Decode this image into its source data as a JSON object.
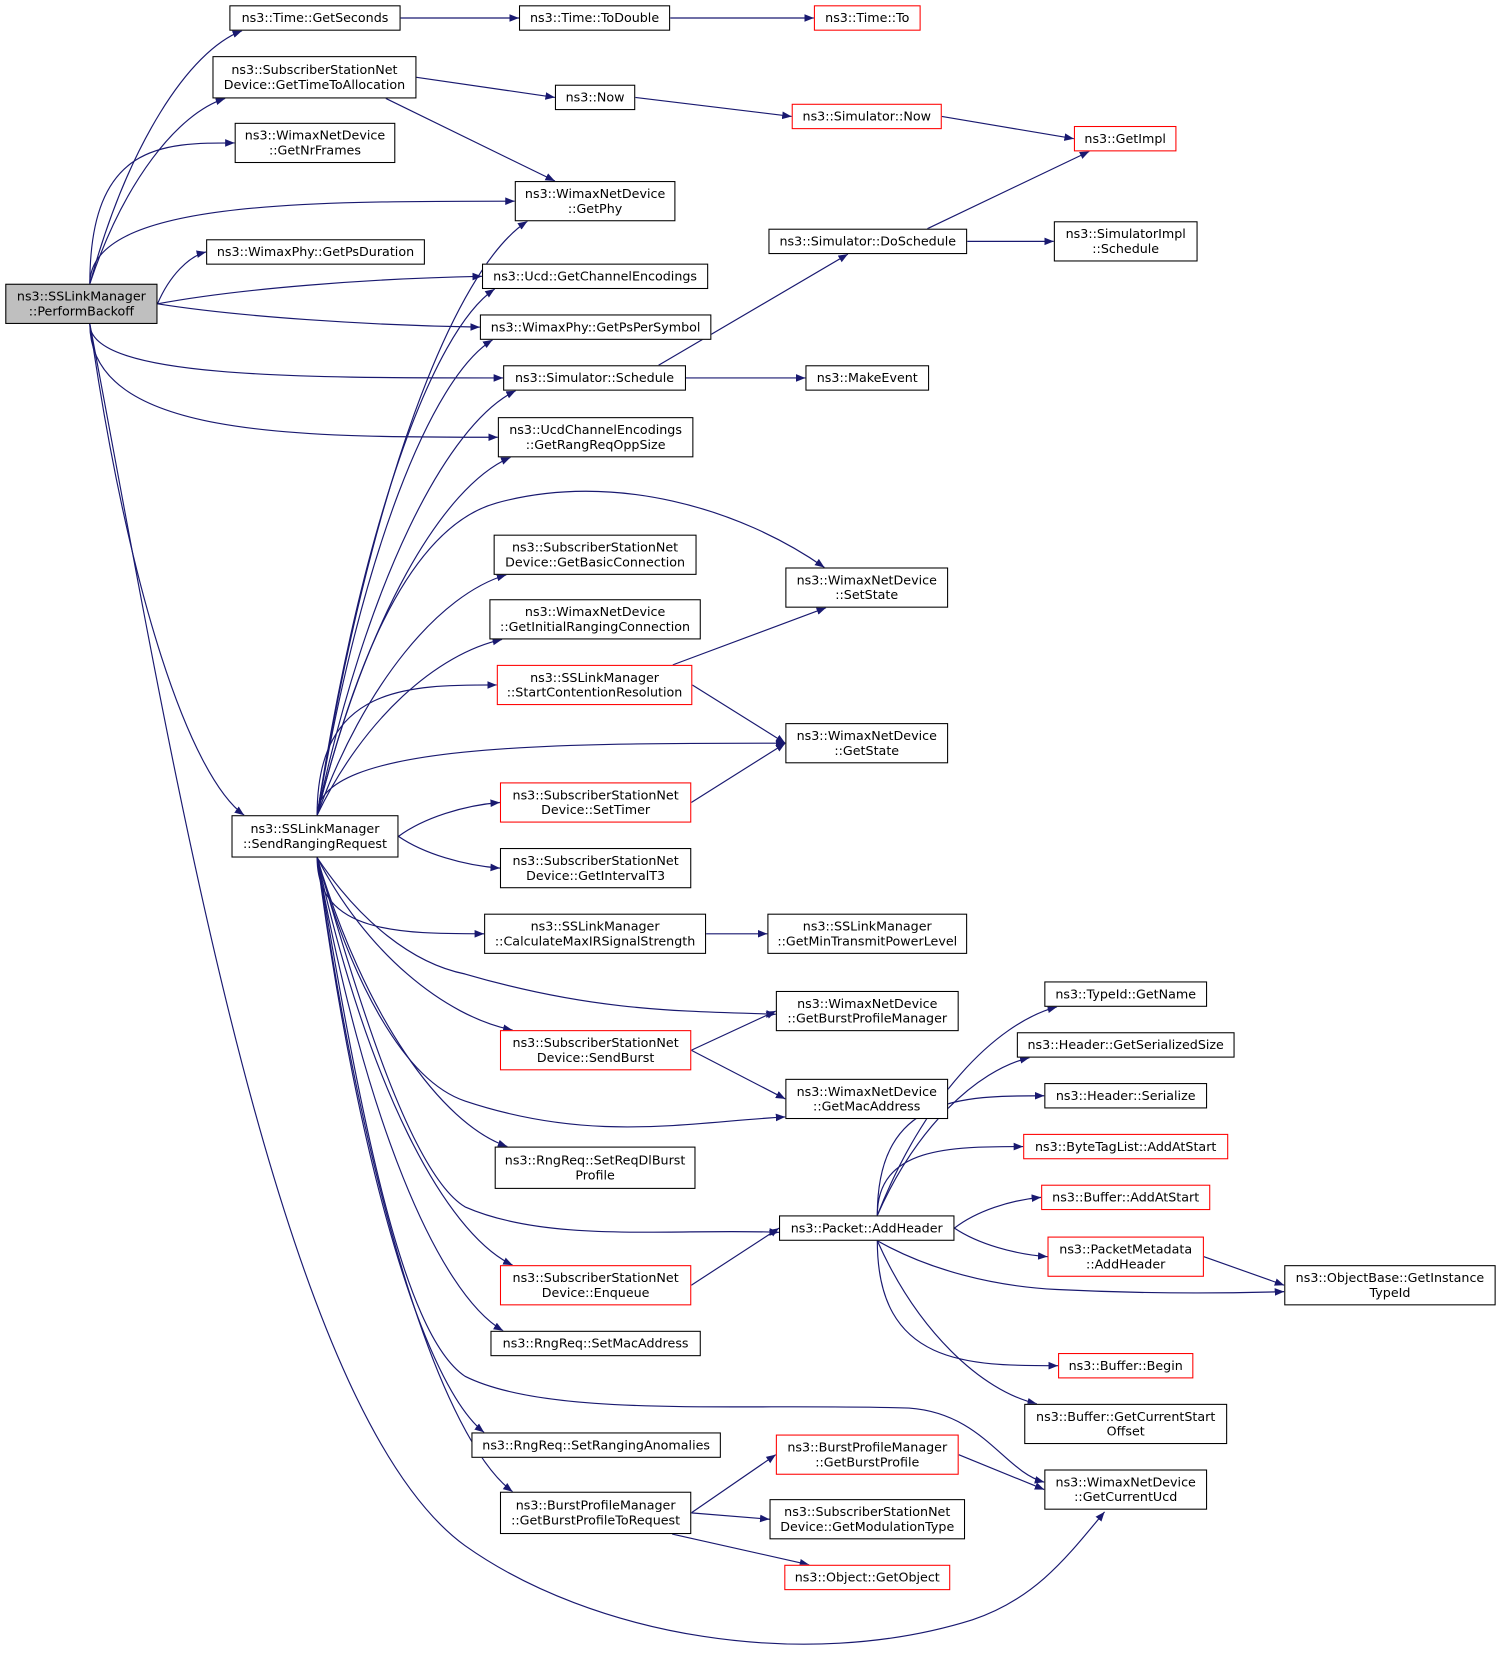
{
  "colors": {
    "edge": "#191970",
    "box_border": "#000000",
    "truncated_border": "#ff0000",
    "root_fill": "#bfbfbf"
  },
  "nodes": [
    {
      "id": "root",
      "lines": [
        "ns3::SSLinkManager",
        "::PerformBackoff"
      ],
      "style": "root"
    },
    {
      "id": "getSeconds",
      "lines": [
        "ns3::Time::GetSeconds"
      ],
      "style": "normal"
    },
    {
      "id": "toDouble",
      "lines": [
        "ns3::Time::ToDouble"
      ],
      "style": "normal"
    },
    {
      "id": "timeTo",
      "lines": [
        "ns3::Time::To"
      ],
      "style": "truncated"
    },
    {
      "id": "getTimeToAlloc",
      "lines": [
        "ns3::SubscriberStationNet",
        "Device::GetTimeToAllocation"
      ],
      "style": "normal"
    },
    {
      "id": "now",
      "lines": [
        "ns3::Now"
      ],
      "style": "normal"
    },
    {
      "id": "simNow",
      "lines": [
        "ns3::Simulator::Now"
      ],
      "style": "truncated"
    },
    {
      "id": "getImpl",
      "lines": [
        "ns3::GetImpl"
      ],
      "style": "truncated"
    },
    {
      "id": "getNrFrames",
      "lines": [
        "ns3::WimaxNetDevice",
        "::GetNrFrames"
      ],
      "style": "normal"
    },
    {
      "id": "getPhy",
      "lines": [
        "ns3::WimaxNetDevice",
        "::GetPhy"
      ],
      "style": "normal"
    },
    {
      "id": "doSchedule",
      "lines": [
        "ns3::Simulator::DoSchedule"
      ],
      "style": "normal"
    },
    {
      "id": "implSchedule",
      "lines": [
        "ns3::SimulatorImpl",
        "::Schedule"
      ],
      "style": "normal"
    },
    {
      "id": "getPsDuration",
      "lines": [
        "ns3::WimaxPhy::GetPsDuration"
      ],
      "style": "normal"
    },
    {
      "id": "getChannelEnc",
      "lines": [
        "ns3::Ucd::GetChannelEncodings"
      ],
      "style": "normal"
    },
    {
      "id": "getPsPerSymbol",
      "lines": [
        "ns3::WimaxPhy::GetPsPerSymbol"
      ],
      "style": "normal"
    },
    {
      "id": "schedule",
      "lines": [
        "ns3::Simulator::Schedule"
      ],
      "style": "normal"
    },
    {
      "id": "makeEvent",
      "lines": [
        "ns3::MakeEvent"
      ],
      "style": "normal"
    },
    {
      "id": "rangReqOpp",
      "lines": [
        "ns3::UcdChannelEncodings",
        "::GetRangReqOppSize"
      ],
      "style": "normal"
    },
    {
      "id": "getBasicConn",
      "lines": [
        "ns3::SubscriberStationNet",
        "Device::GetBasicConnection"
      ],
      "style": "normal"
    },
    {
      "id": "setState",
      "lines": [
        "ns3::WimaxNetDevice",
        "::SetState"
      ],
      "style": "normal"
    },
    {
      "id": "getInitRanging",
      "lines": [
        "ns3::WimaxNetDevice",
        "::GetInitialRangingConnection"
      ],
      "style": "normal"
    },
    {
      "id": "startContention",
      "lines": [
        "ns3::SSLinkManager",
        "::StartContentionResolution"
      ],
      "style": "truncated"
    },
    {
      "id": "getState",
      "lines": [
        "ns3::WimaxNetDevice",
        "::GetState"
      ],
      "style": "normal"
    },
    {
      "id": "setTimer",
      "lines": [
        "ns3::SubscriberStationNet",
        "Device::SetTimer"
      ],
      "style": "truncated"
    },
    {
      "id": "sendRanging",
      "lines": [
        "ns3::SSLinkManager",
        "::SendRangingRequest"
      ],
      "style": "normal"
    },
    {
      "id": "getIntervalT3",
      "lines": [
        "ns3::SubscriberStationNet",
        "Device::GetIntervalT3"
      ],
      "style": "normal"
    },
    {
      "id": "calcMaxIR",
      "lines": [
        "ns3::SSLinkManager",
        "::CalculateMaxIRSignalStrength"
      ],
      "style": "normal"
    },
    {
      "id": "getMinTx",
      "lines": [
        "ns3::SSLinkManager",
        "::GetMinTransmitPowerLevel"
      ],
      "style": "normal"
    },
    {
      "id": "getBurstMgr",
      "lines": [
        "ns3::WimaxNetDevice",
        "::GetBurstProfileManager"
      ],
      "style": "normal"
    },
    {
      "id": "sendBurst",
      "lines": [
        "ns3::SubscriberStationNet",
        "Device::SendBurst"
      ],
      "style": "truncated"
    },
    {
      "id": "getMacAddr",
      "lines": [
        "ns3::WimaxNetDevice",
        "::GetMacAddress"
      ],
      "style": "normal"
    },
    {
      "id": "setReqDl",
      "lines": [
        "ns3::RngReq::SetReqDlBurst",
        "Profile"
      ],
      "style": "normal"
    },
    {
      "id": "addHeader",
      "lines": [
        "ns3::Packet::AddHeader"
      ],
      "style": "normal"
    },
    {
      "id": "typeIdName",
      "lines": [
        "ns3::TypeId::GetName"
      ],
      "style": "normal"
    },
    {
      "id": "serSize",
      "lines": [
        "ns3::Header::GetSerializedSize"
      ],
      "style": "normal"
    },
    {
      "id": "serialize",
      "lines": [
        "ns3::Header::Serialize"
      ],
      "style": "normal"
    },
    {
      "id": "byteTag",
      "lines": [
        "ns3::ByteTagList::AddAtStart"
      ],
      "style": "truncated"
    },
    {
      "id": "bufAddAtStart",
      "lines": [
        "ns3::Buffer::AddAtStart"
      ],
      "style": "truncated"
    },
    {
      "id": "pktMetaAdd",
      "lines": [
        "ns3::PacketMetadata",
        "::AddHeader"
      ],
      "style": "truncated"
    },
    {
      "id": "getInstTypeId",
      "lines": [
        "ns3::ObjectBase::GetInstance",
        "TypeId"
      ],
      "style": "normal"
    },
    {
      "id": "enqueue",
      "lines": [
        "ns3::SubscriberStationNet",
        "Device::Enqueue"
      ],
      "style": "truncated"
    },
    {
      "id": "setMacAddr",
      "lines": [
        "ns3::RngReq::SetMacAddress"
      ],
      "style": "normal"
    },
    {
      "id": "bufBegin",
      "lines": [
        "ns3::Buffer::Begin"
      ],
      "style": "truncated"
    },
    {
      "id": "bufCurStart",
      "lines": [
        "ns3::Buffer::GetCurrentStart",
        "Offset"
      ],
      "style": "normal"
    },
    {
      "id": "setRangAnom",
      "lines": [
        "ns3::RngReq::SetRangingAnomalies"
      ],
      "style": "normal"
    },
    {
      "id": "getBurstProfile",
      "lines": [
        "ns3::BurstProfileManager",
        "::GetBurstProfile"
      ],
      "style": "truncated"
    },
    {
      "id": "getCurUcd",
      "lines": [
        "ns3::WimaxNetDevice",
        "::GetCurrentUcd"
      ],
      "style": "normal"
    },
    {
      "id": "burstToReq",
      "lines": [
        "ns3::BurstProfileManager",
        "::GetBurstProfileToRequest"
      ],
      "style": "normal"
    },
    {
      "id": "getModType",
      "lines": [
        "ns3::SubscriberStationNet",
        "Device::GetModulationType"
      ],
      "style": "normal"
    },
    {
      "id": "getObject",
      "lines": [
        "ns3::Object::GetObject"
      ],
      "style": "truncated"
    }
  ],
  "edges": [
    [
      "root",
      "getSeconds"
    ],
    [
      "root",
      "getTimeToAlloc"
    ],
    [
      "root",
      "getNrFrames"
    ],
    [
      "root",
      "getPhy"
    ],
    [
      "root",
      "getPsDuration"
    ],
    [
      "root",
      "getChannelEnc"
    ],
    [
      "root",
      "getPsPerSymbol"
    ],
    [
      "root",
      "schedule"
    ],
    [
      "root",
      "rangReqOpp"
    ],
    [
      "root",
      "sendRanging"
    ],
    [
      "root",
      "getCurUcd"
    ],
    [
      "getSeconds",
      "toDouble"
    ],
    [
      "toDouble",
      "timeTo"
    ],
    [
      "getTimeToAlloc",
      "now"
    ],
    [
      "getTimeToAlloc",
      "getPhy"
    ],
    [
      "now",
      "simNow"
    ],
    [
      "simNow",
      "getImpl"
    ],
    [
      "doSchedule",
      "getImpl"
    ],
    [
      "doSchedule",
      "implSchedule"
    ],
    [
      "schedule",
      "doSchedule"
    ],
    [
      "schedule",
      "makeEvent"
    ],
    [
      "sendRanging",
      "getPhy"
    ],
    [
      "sendRanging",
      "getChannelEnc"
    ],
    [
      "sendRanging",
      "getPsPerSymbol"
    ],
    [
      "sendRanging",
      "schedule"
    ],
    [
      "sendRanging",
      "rangReqOpp"
    ],
    [
      "sendRanging",
      "setState"
    ],
    [
      "sendRanging",
      "getBasicConn"
    ],
    [
      "sendRanging",
      "getInitRanging"
    ],
    [
      "sendRanging",
      "startContention"
    ],
    [
      "sendRanging",
      "getState"
    ],
    [
      "sendRanging",
      "setTimer"
    ],
    [
      "sendRanging",
      "getIntervalT3"
    ],
    [
      "sendRanging",
      "calcMaxIR"
    ],
    [
      "sendRanging",
      "getBurstMgr"
    ],
    [
      "sendRanging",
      "sendBurst"
    ],
    [
      "sendRanging",
      "getMacAddr"
    ],
    [
      "sendRanging",
      "setReqDl"
    ],
    [
      "sendRanging",
      "addHeader"
    ],
    [
      "sendRanging",
      "enqueue"
    ],
    [
      "sendRanging",
      "setMacAddr"
    ],
    [
      "sendRanging",
      "getCurUcd"
    ],
    [
      "sendRanging",
      "setRangAnom"
    ],
    [
      "sendRanging",
      "burstToReq"
    ],
    [
      "startContention",
      "setState"
    ],
    [
      "startContention",
      "getState"
    ],
    [
      "setTimer",
      "getState"
    ],
    [
      "calcMaxIR",
      "getMinTx"
    ],
    [
      "sendBurst",
      "getBurstMgr"
    ],
    [
      "sendBurst",
      "getMacAddr"
    ],
    [
      "enqueue",
      "addHeader"
    ],
    [
      "addHeader",
      "typeIdName"
    ],
    [
      "addHeader",
      "serSize"
    ],
    [
      "addHeader",
      "serialize"
    ],
    [
      "addHeader",
      "byteTag"
    ],
    [
      "addHeader",
      "bufAddAtStart"
    ],
    [
      "addHeader",
      "pktMetaAdd"
    ],
    [
      "addHeader",
      "getInstTypeId"
    ],
    [
      "addHeader",
      "bufBegin"
    ],
    [
      "addHeader",
      "bufCurStart"
    ],
    [
      "pktMetaAdd",
      "getInstTypeId"
    ],
    [
      "burstToReq",
      "getBurstProfile"
    ],
    [
      "burstToReq",
      "getModType"
    ],
    [
      "burstToReq",
      "getObject"
    ],
    [
      "getBurstProfile",
      "getCurUcd"
    ]
  ]
}
